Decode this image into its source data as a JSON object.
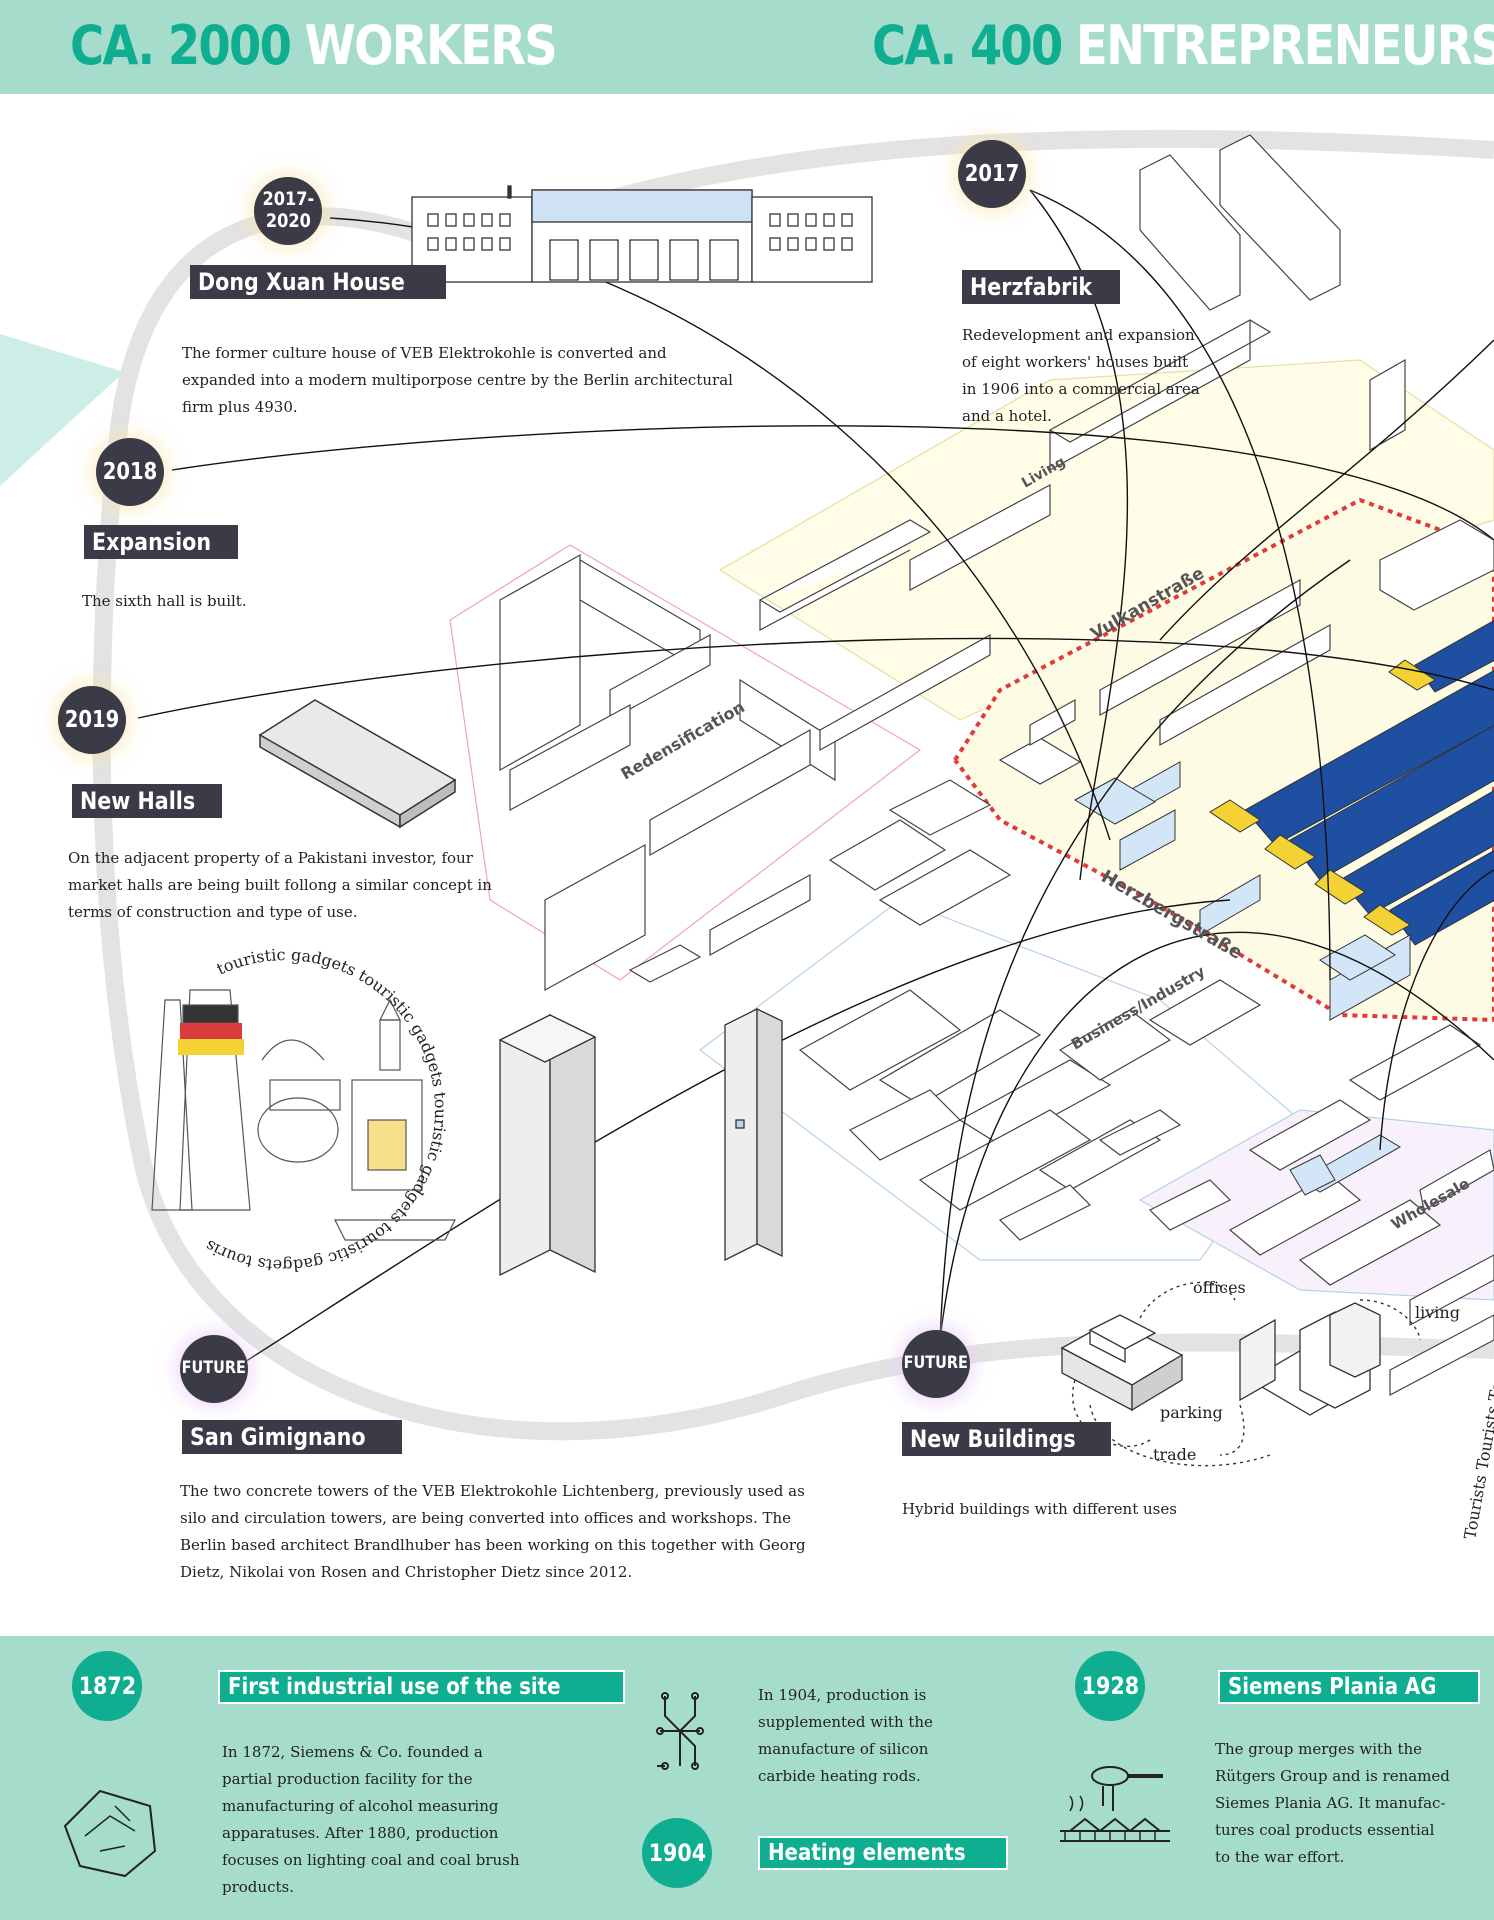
{
  "header": {
    "left_num": "CA. 2000",
    "left_word": "WORKERS",
    "right_num": "CA. 400",
    "right_word": "ENTREPRENEURS"
  },
  "timeline": [
    {
      "year": "2017-\n2020",
      "title": "Dong Xuan House",
      "text": "The former culture house of VEB Elektrokohle is converted and expanded into a modern multiporpose centre by the Berlin architectural firm plus 4930."
    },
    {
      "year": "2017",
      "title": "Herzfabrik",
      "text": "Redevelopment and expansion of eight workers' houses built in 1906 into a commercial area and a hotel."
    },
    {
      "year": "2018",
      "title": "Expansion",
      "text": "The sixth hall is built."
    },
    {
      "year": "2019",
      "title": "New Halls",
      "text": "On the adjacent property of a Pakistani investor, four market halls are being built follong a similar concept in terms of construction and type of use."
    },
    {
      "year": "FUTURE",
      "title": "San Gimignano",
      "text": "The two concrete towers of the VEB Elektrokohle Lichtenberg, previously used as silo and circulation towers, are being converted into offices and workshops. The Berlin based architect Brandlhuber has been working on this together with Georg Dietz, Nikolai von Rosen and Christopher Dietz since 2012."
    },
    {
      "year": "FUTURE",
      "title": "New Buildings",
      "text": "Hybrid buildings with different uses"
    }
  ],
  "map_labels": {
    "living": "Living",
    "vulkan": "Vulkanstraße",
    "redensification": "Redensification",
    "herzberg": "Herzbergstraße",
    "business": "Business/Industry",
    "wholesale": "Wholesale",
    "ring_text": "touristic gadgets touristic gadgets touristic gadgets touristic gadgets touristic gadgets touristic",
    "tourists": "Tourists Tourists Tou"
  },
  "hybrid_labels": {
    "offices": "offices",
    "living": "living",
    "parking": "parking",
    "trade": "trade"
  },
  "history": [
    {
      "year": "1872",
      "title": "First industrial use of the site",
      "text": "In 1872, Siemens & Co. founded a partial production facility for the manufacturing of alcohol measuring apparatuses. After 1880, production focuses on lighting coal and coal brush products."
    },
    {
      "year": "1904",
      "title": "Heating elements",
      "text": "In 1904, production is supplemented with the manufacture of silicon carbide heating rods."
    },
    {
      "year": "1928",
      "title": "Siemens Plania AG",
      "text": "The group merges with the Rütgers Group and is renamed Siemes Plania AG. It manufac-tures coal products essential to the war effort."
    }
  ],
  "colors": {
    "mint": "#a6dccb",
    "teal": "#0fae90",
    "badge": "#3a3b47",
    "hall_blue": "#1f4fa0",
    "hall_yellow": "#f2d234"
  }
}
